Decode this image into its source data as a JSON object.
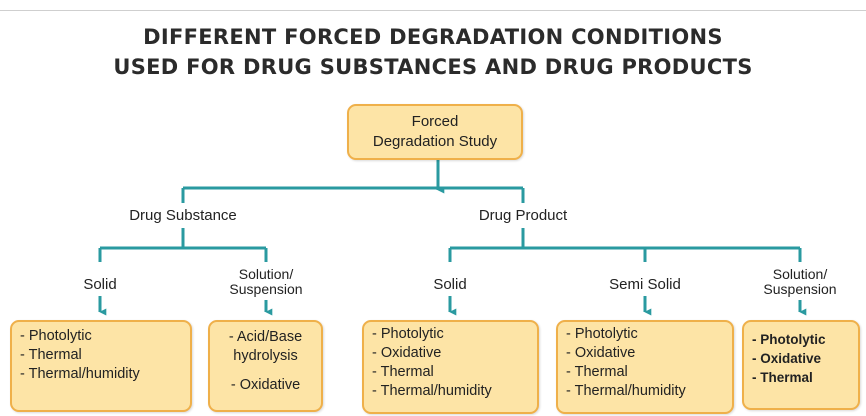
{
  "title": {
    "line1": "DIFFERENT FORCED DEGRADATION CONDITIONS",
    "line2": "USED FOR DRUG SUBSTANCES AND DRUG PRODUCTS"
  },
  "root": {
    "line1": "Forced",
    "line2": "Degradation Study"
  },
  "branches": {
    "substance": "Drug Substance",
    "product": "Drug Product"
  },
  "categories": {
    "substance_solid": "Solid",
    "substance_solution_line1": "Solution/",
    "substance_solution_line2": "Suspension",
    "product_solid": "Solid",
    "product_semi_solid": "Semi Solid",
    "product_solution_line1": "Solution/",
    "product_solution_line2": "Suspension"
  },
  "conditions": {
    "substance_solid": [
      "- Photolytic",
      "- Thermal",
      "- Thermal/humidity"
    ],
    "substance_solution": [
      "- Acid/Base",
      "hydrolysis",
      "- Oxidative"
    ],
    "product_solid": [
      "- Photolytic",
      "- Oxidative",
      "- Thermal",
      "- Thermal/humidity"
    ],
    "product_semi_solid": [
      "- Photolytic",
      "- Oxidative",
      "- Thermal",
      "- Thermal/humidity"
    ],
    "product_solution": [
      "- Photolytic",
      "- Oxidative",
      "- Thermal"
    ]
  },
  "colors": {
    "box_fill": "#fde4a6",
    "box_border": "#efb04a",
    "connector": "#2a9aa0"
  }
}
